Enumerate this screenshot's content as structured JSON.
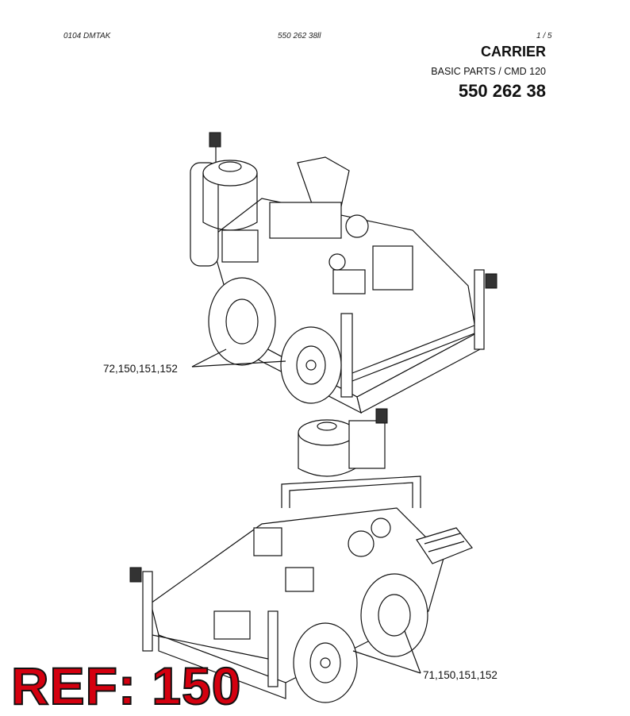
{
  "header": {
    "left": "0104   DMTAK",
    "center": "550 262 38ll",
    "page": "1 /   5"
  },
  "title": "CARRIER",
  "subtitle": "BASIC PARTS / CMD 120",
  "part_number": "550 262 38",
  "callouts": {
    "top": "72,150,151,152",
    "bottom": "71,150,151,152"
  },
  "ref_label": "REF: 150",
  "colors": {
    "ref_fill": "#d4000f",
    "ref_outline": "#111111"
  }
}
